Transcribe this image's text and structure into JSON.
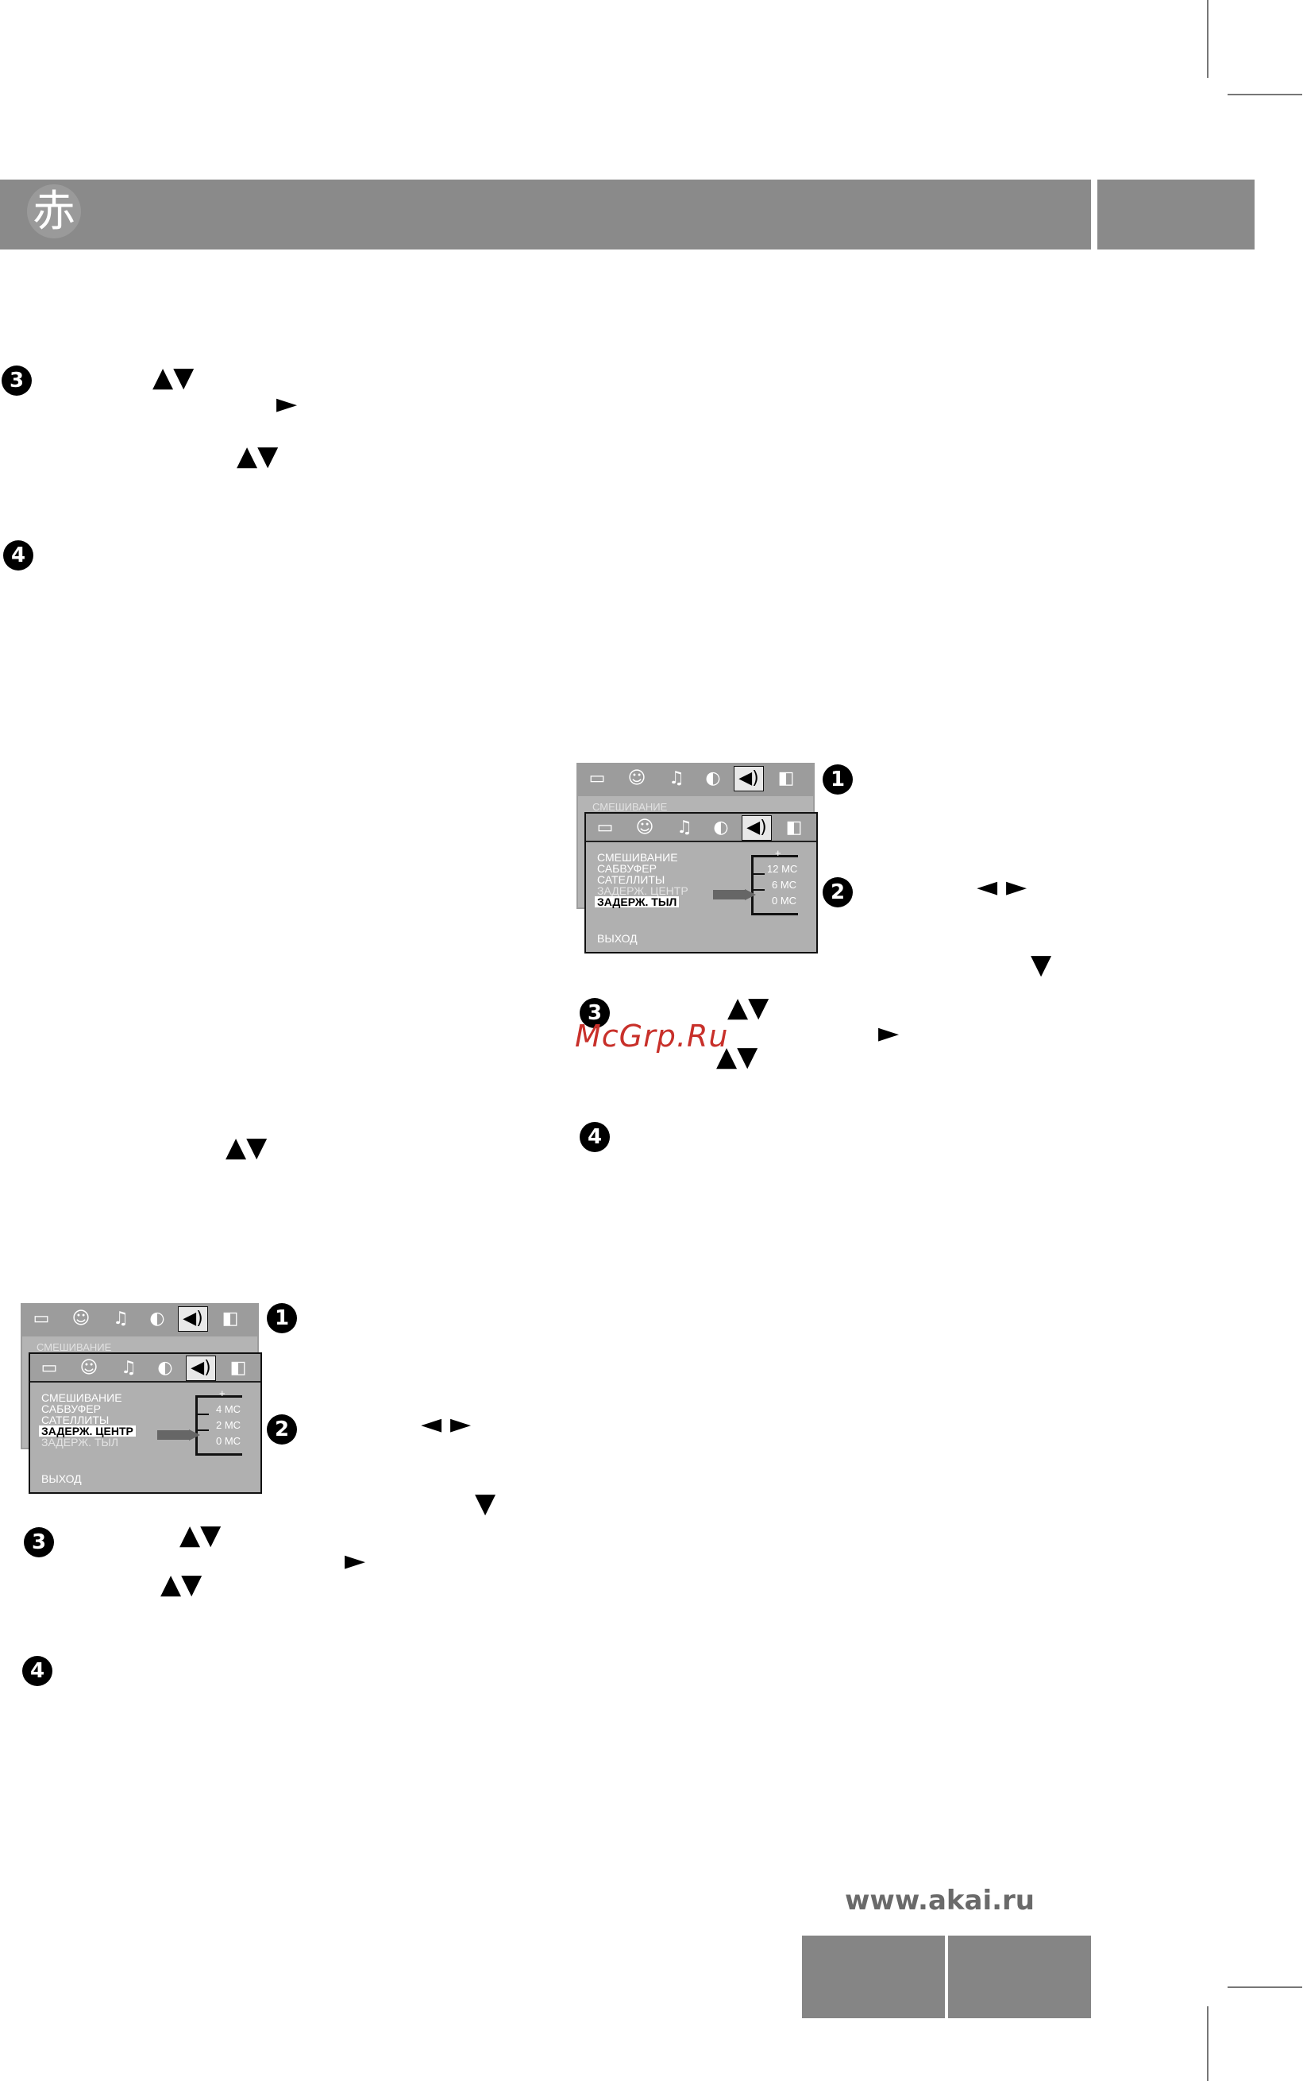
{
  "header": {
    "glyph": "赤"
  },
  "markers": {
    "n1": "1",
    "n2": "2",
    "n3": "3",
    "n4": "4"
  },
  "arrows": {
    "updown": "▲▼",
    "right": "►",
    "leftright": "◄ ►",
    "down": "▼"
  },
  "watermark": "McGrp.Ru",
  "footer": {
    "site": "www.akai.ru"
  },
  "osd_center": {
    "back_label": "СМЕШИВАНИЕ",
    "items": [
      "СМЕШИВАНИЕ",
      "САБВУФЕР",
      "САТЕЛЛИТЫ",
      "ЗАДЕРЖ. ЦЕНТР",
      "ЗАДЕРЖ. ТЫЛ"
    ],
    "selected_index": 3,
    "scale": [
      "+",
      "4 МС",
      "2 МС",
      "0 МС"
    ],
    "exit": "ВЫХОД"
  },
  "osd_rear": {
    "back_label": "СМЕШИВАНИЕ",
    "items": [
      "СМЕШИВАНИЕ",
      "САБВУФЕР",
      "САТЕЛЛИТЫ",
      "ЗАДЕРЖ. ЦЕНТР",
      "ЗАДЕРЖ. ТЫЛ"
    ],
    "selected_index": 4,
    "scale": [
      "+",
      "12 МС",
      "6 МС",
      "0 МС"
    ],
    "exit": "ВЫХОД"
  },
  "tab_icons": [
    "monitor-icon",
    "person-speech-icon",
    "music-note-icon",
    "contrast-icon",
    "speaker-icon",
    "dolby-icon"
  ]
}
